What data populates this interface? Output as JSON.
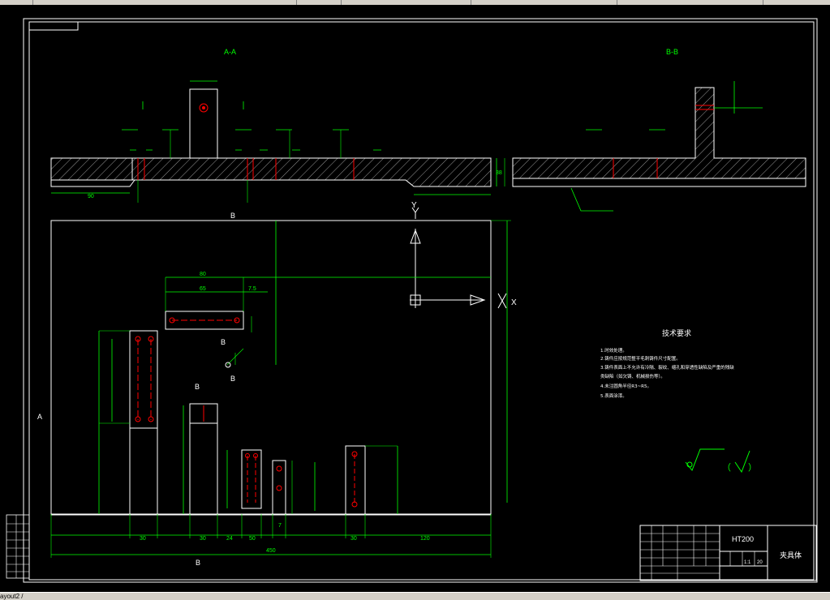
{
  "app": {
    "status_tab": "ayout2 /",
    "colors": {
      "white": "#ffffff",
      "green": "#00ff00",
      "red": "#ff0000",
      "dim": "#00c000",
      "bg": "#000000"
    }
  },
  "drawing": {
    "section_labels": {
      "aa": "A-A",
      "bb": "B-B"
    },
    "view_markers": {
      "b_top": "B",
      "b_bottom": "B",
      "a_left": "A",
      "b_left": "B",
      "b_mid": "B",
      "b_mid2": "B"
    },
    "axes": {
      "y": "Y",
      "x": "X"
    },
    "dims": {
      "d90": "90",
      "d450": "450",
      "d120": "120",
      "d80": "80",
      "d65": "65",
      "d75": "7.5",
      "d30a": "30",
      "d30b": "30",
      "d30c": "30",
      "d24": "24",
      "d50": "50",
      "d7": "7",
      "d38": "38"
    },
    "tech": {
      "title": "技术要求",
      "lines": [
        "1.时效处理。",
        "2.铸件应按规范整平毛刺铸件尺寸配置。",
        "3.铸件表面上不允许有冷隔、裂纹、缩孔和穿透性缺陷及严重的残缺",
        "类缺陷（如欠铸、机械损伤等）。",
        "4.未注圆角半径R3~R5。",
        "5.表面涂漆。"
      ],
      "roughness_paren_open": "（",
      "roughness_paren_close": "）"
    },
    "titleblock": {
      "material": "HT200",
      "part_name": "夹具体",
      "scale": "1:1",
      "sheet": "20"
    }
  }
}
